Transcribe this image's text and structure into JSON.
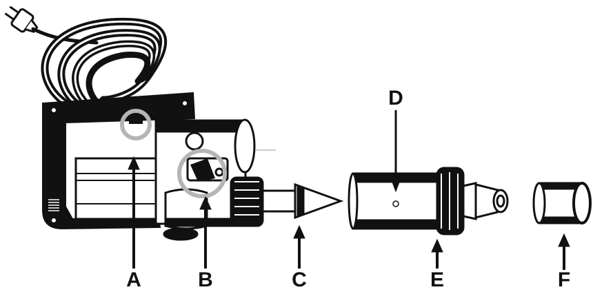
{
  "labels": {
    "a": "A",
    "b": "B",
    "c": "C",
    "d": "D",
    "e": "E",
    "f": "F"
  },
  "colors": {
    "ink": "#111111",
    "highlight_ring": "#b5b5b5",
    "paper": "#ffffff"
  }
}
